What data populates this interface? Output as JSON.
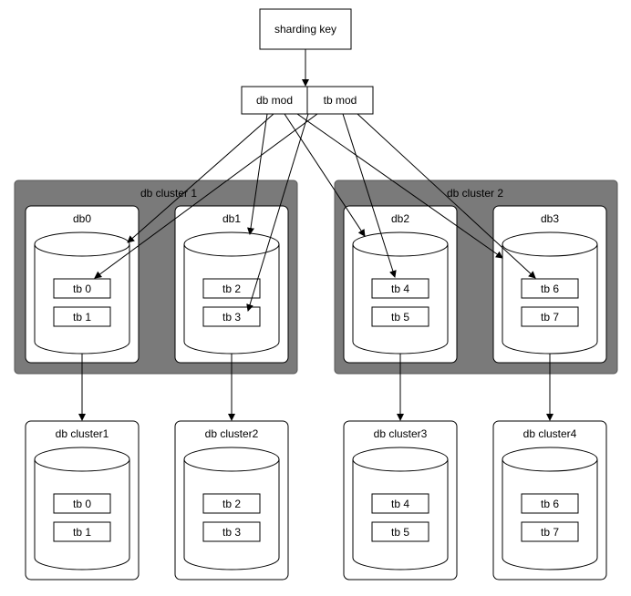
{
  "top": {
    "key": "sharding key",
    "db_mod": "db mod",
    "tb_mod": "tb mod"
  },
  "clusters": [
    {
      "label": "db cluster 1",
      "dbs": [
        {
          "label": "db0",
          "tables": [
            "tb 0",
            "tb 1"
          ]
        },
        {
          "label": "db1",
          "tables": [
            "tb 2",
            "tb 3"
          ]
        }
      ]
    },
    {
      "label": "db cluster 2",
      "dbs": [
        {
          "label": "db2",
          "tables": [
            "tb 4",
            "tb 5"
          ]
        },
        {
          "label": "db3",
          "tables": [
            "tb 6",
            "tb 7"
          ]
        }
      ]
    }
  ],
  "bottom": [
    {
      "label": "db cluster1",
      "tables": [
        "tb 0",
        "tb 1"
      ]
    },
    {
      "label": "db cluster2",
      "tables": [
        "tb 2",
        "tb 3"
      ]
    },
    {
      "label": "db cluster3",
      "tables": [
        "tb 4",
        "tb 5"
      ]
    },
    {
      "label": "db cluster4",
      "tables": [
        "tb 6",
        "tb 7"
      ]
    }
  ]
}
